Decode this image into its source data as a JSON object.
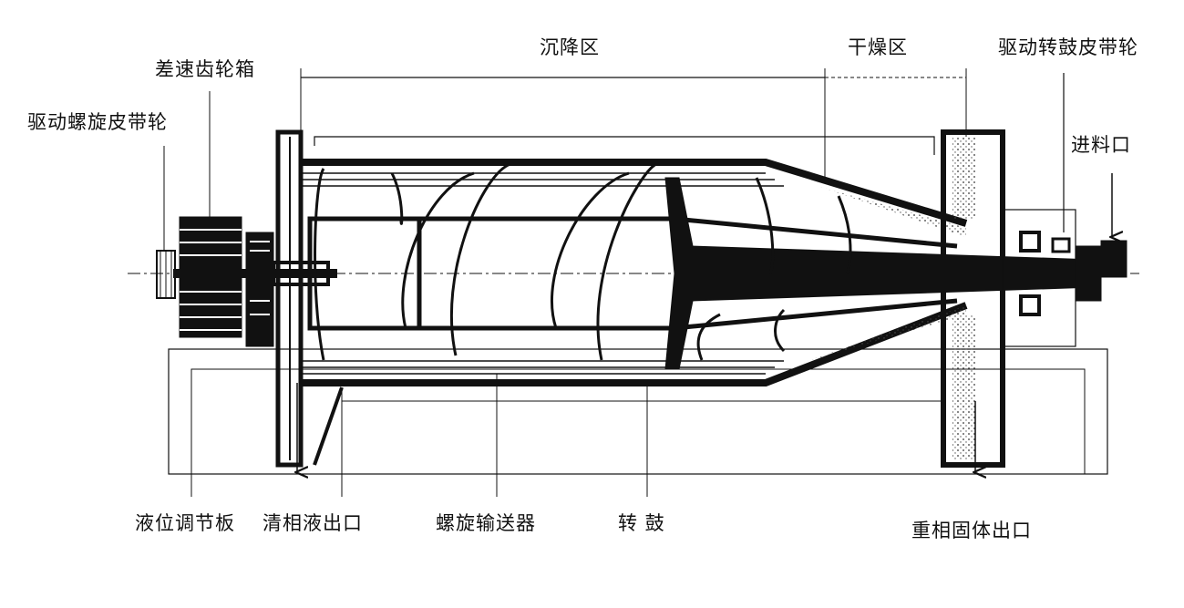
{
  "diagram": {
    "title_zones": {
      "settling_zone": "沉降区",
      "drying_zone": "干燥区"
    },
    "labels": {
      "drum_pulley": "驱动转鼓皮带轮",
      "gearbox": "差速齿轮箱",
      "screw_pulley": "驱动螺旋皮带轮",
      "feed_inlet": "进料口",
      "weir_plate": "液位调节板",
      "light_liquid_outlet": "清相液出口",
      "screw_conveyor": "螺旋输送器",
      "drum": "转 鼓",
      "heavy_solid_outlet": "重相固体出口"
    },
    "colors": {
      "ink": "#111111",
      "background": "#ffffff"
    }
  }
}
